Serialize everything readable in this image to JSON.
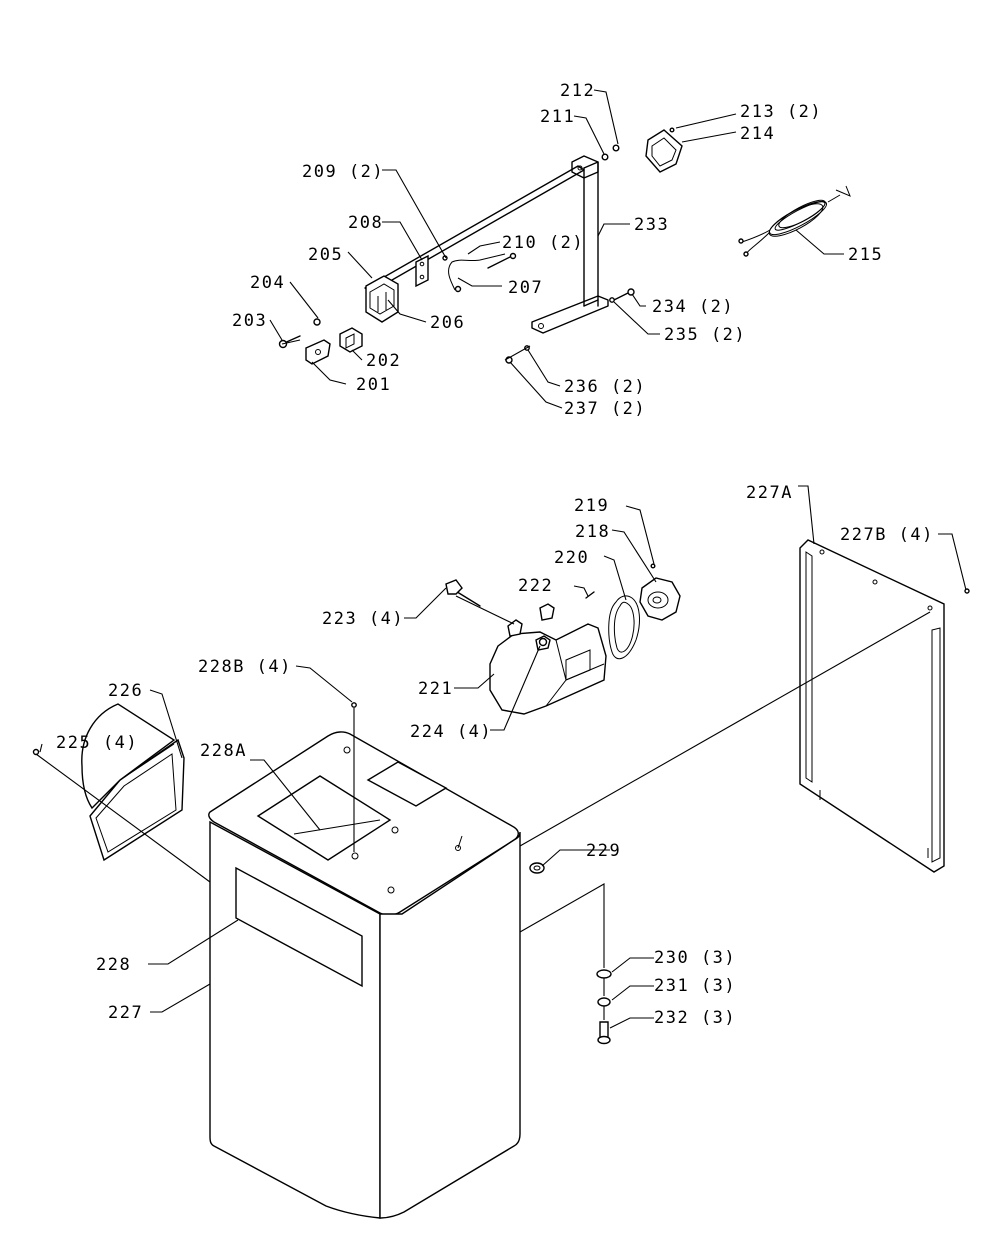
{
  "labels": {
    "p201": "201",
    "p202": "202",
    "p203": "203",
    "p204": "204",
    "p205": "205",
    "p206": "206",
    "p207": "207",
    "p208": "208",
    "p209": "209 (2)",
    "p210": "210 (2)",
    "p211": "211",
    "p212": "212",
    "p213": "213 (2)",
    "p214": "214",
    "p215": "215",
    "p218": "218",
    "p219": "219",
    "p220": "220",
    "p221": "221",
    "p222": "222",
    "p223": "223 (4)",
    "p224": "224 (4)",
    "p225": "225 (4)",
    "p226": "226",
    "p227": "227",
    "p227A": "227A",
    "p227B": "227B (4)",
    "p228": "228",
    "p228A": "228A",
    "p228B": "228B (4)",
    "p229": "229",
    "p230": "230 (3)",
    "p231": "231 (3)",
    "p232": "232 (3)",
    "p233": "233",
    "p234": "234 (2)",
    "p235": "235 (2)",
    "p236": "236 (2)",
    "p237": "237 (2)"
  }
}
